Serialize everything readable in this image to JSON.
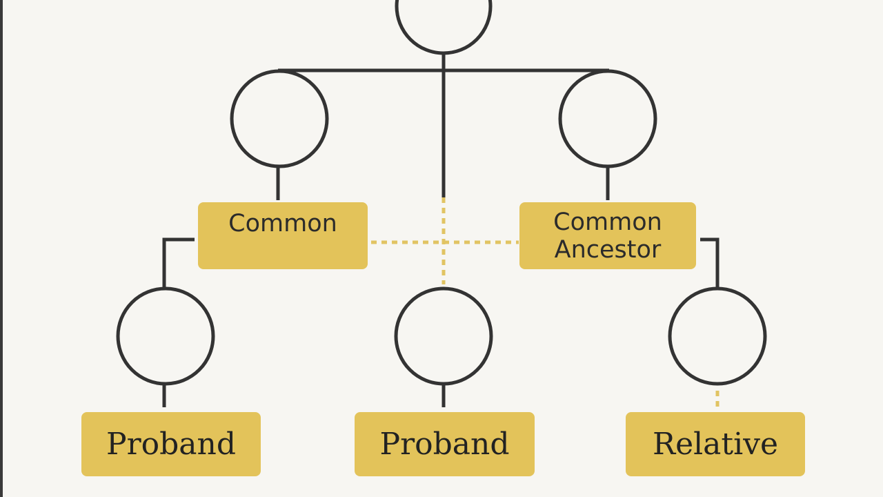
{
  "colors": {
    "background": "#f7f6f2",
    "line": "#333333",
    "box_fill": "#e3c35a",
    "dotted_line": "#e1c463"
  },
  "boxes": {
    "common_left": "Common",
    "common_ancestor_right_line1": "Common",
    "common_ancestor_right_line2": "Ancestor",
    "proband_left": "Proband",
    "proband_center": "Proband",
    "relative_right": "Relative"
  }
}
